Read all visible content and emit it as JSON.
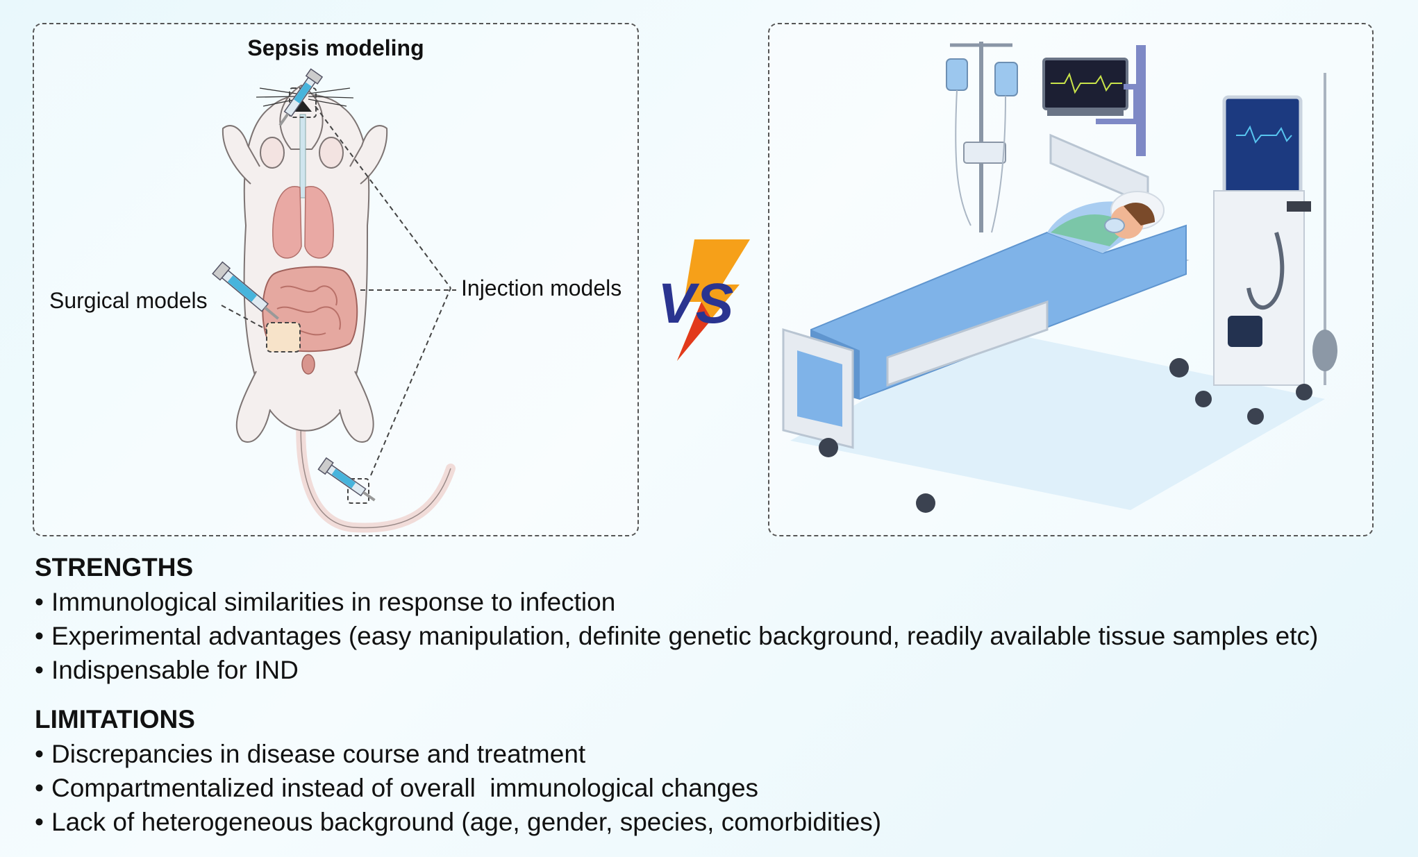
{
  "left_panel": {
    "title": "Sepsis modeling",
    "labels": {
      "surgical": "Surgical models",
      "injection": "Injection models"
    }
  },
  "vs_label": "VS",
  "strengths": {
    "title": "STRENGTHS",
    "items": [
      "Immunological similarities in response to infection",
      "Experimental advantages (easy manipulation, definite genetic background, readily available tissue samples etc)",
      "Indispensable for IND"
    ]
  },
  "limitations": {
    "title": "LIMITATIONS",
    "items": [
      "Discrepancies in disease course and treatment",
      "Compartmentalized instead of overall  immunological changes",
      "Lack of heterogeneous background (age, gender, species, comorbidities)"
    ]
  },
  "colors": {
    "vs_navy": "#2a3490",
    "vs_orange": "#f6a019",
    "vs_red": "#e23a1c",
    "bed_blue": "#7fb3e8",
    "background": "#eaf8fc"
  },
  "icons": [
    "mouse-illustration",
    "syringe-icon",
    "hospital-bed-illustration",
    "vs-logo"
  ]
}
